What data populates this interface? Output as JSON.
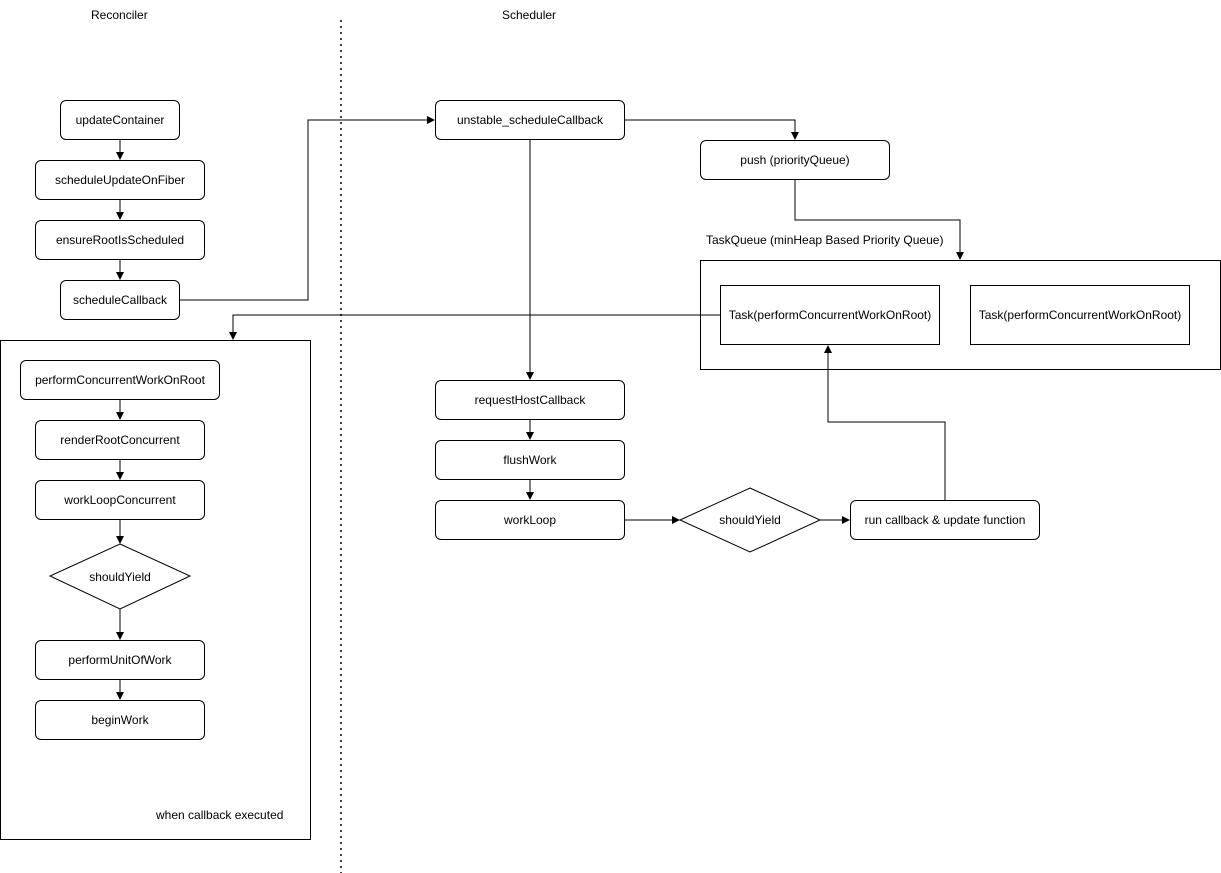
{
  "lanes": {
    "reconciler": "Reconciler",
    "scheduler": "Scheduler"
  },
  "reconciler": {
    "update_container": "updateContainer",
    "schedule_update_on_fiber": "scheduleUpdateOnFiber",
    "ensure_root_is_scheduled": "ensureRootIsScheduled",
    "schedule_callback": "scheduleCallback",
    "callback_group": {
      "perform_concurrent_work_on_root": "performConcurrentWorkOnRoot",
      "render_root_concurrent": "renderRootConcurrent",
      "work_loop_concurrent": "workLoopConcurrent",
      "should_yield": "shouldYield",
      "perform_unit_of_work": "performUnitOfWork",
      "begin_work": "beginWork",
      "caption": "when callback executed"
    }
  },
  "scheduler": {
    "unstable_schedule_callback": "unstable_scheduleCallback",
    "push_priority_queue": "push (priorityQueue)",
    "task_queue_label": "TaskQueue (minHeap Based Priority Queue)",
    "tasks": [
      "Task(performConcurrentWorkOnRoot)",
      "Task(performConcurrentWorkOnRoot)"
    ],
    "request_host_callback": "requestHostCallback",
    "flush_work": "flushWork",
    "work_loop": "workLoop",
    "should_yield": "shouldYield",
    "run_callback": "run callback & update function"
  }
}
